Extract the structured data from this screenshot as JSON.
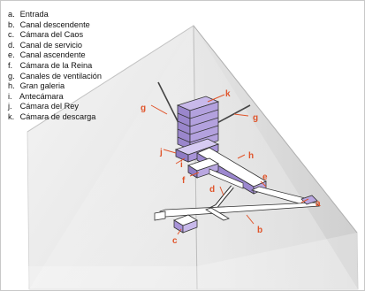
{
  "legend": [
    {
      "key": "a.",
      "label": "Entrada"
    },
    {
      "key": "b.",
      "label": "Canal descendente"
    },
    {
      "key": "c.",
      "label": "Cámara del Caos"
    },
    {
      "key": "d.",
      "label": "Canal de servicio"
    },
    {
      "key": "e.",
      "label": "Canal ascendente"
    },
    {
      "key": "f.",
      "label": "Cámara de la Reina"
    },
    {
      "key": "g.",
      "label": "Canales de ventilación"
    },
    {
      "key": "h.",
      "label": "Gran galeria"
    },
    {
      "key": "i.",
      "label": "Antecámara"
    },
    {
      "key": "j.",
      "label": "Cámara del Rey"
    },
    {
      "key": "k.",
      "label": "Cámara de descarga"
    }
  ],
  "callouts": {
    "a": "a",
    "b": "b",
    "c": "c",
    "d": "d",
    "e": "e",
    "f": "f",
    "g_left": "g",
    "g_right": "g",
    "h": "h",
    "i": "i",
    "j": "j",
    "k": "k"
  },
  "colors": {
    "callout": "#e0542a",
    "pyramid_left_face": "#ececec",
    "pyramid_right_face": "#d8d8d8",
    "chamber_fill": "#b9a7e0"
  }
}
